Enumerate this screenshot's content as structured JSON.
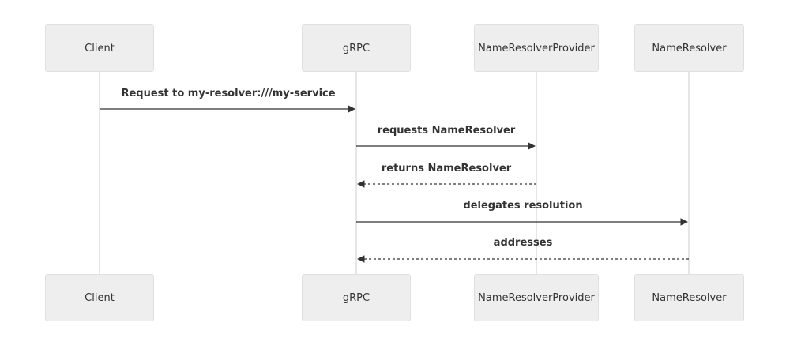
{
  "diagram": {
    "type": "sequence",
    "actors": [
      {
        "id": "client",
        "label": "Client"
      },
      {
        "id": "grpc",
        "label": "gRPC"
      },
      {
        "id": "provider",
        "label": "NameResolverProvider"
      },
      {
        "id": "resolver",
        "label": "NameResolver"
      }
    ],
    "messages": [
      {
        "from": "client",
        "to": "grpc",
        "label": "Request to my-resolver:///my-service",
        "style": "solid"
      },
      {
        "from": "grpc",
        "to": "provider",
        "label": "requests NameResolver",
        "style": "solid"
      },
      {
        "from": "provider",
        "to": "grpc",
        "label": "returns NameResolver",
        "style": "dashed"
      },
      {
        "from": "grpc",
        "to": "resolver",
        "label": "delegates resolution",
        "style": "solid"
      },
      {
        "from": "resolver",
        "to": "grpc",
        "label": "addresses",
        "style": "dashed"
      }
    ],
    "colors": {
      "box_fill": "#eeeeee",
      "box_border": "#e0e0e0",
      "lifeline": "#dddddd",
      "arrow": "#333333",
      "text": "#333333"
    }
  }
}
